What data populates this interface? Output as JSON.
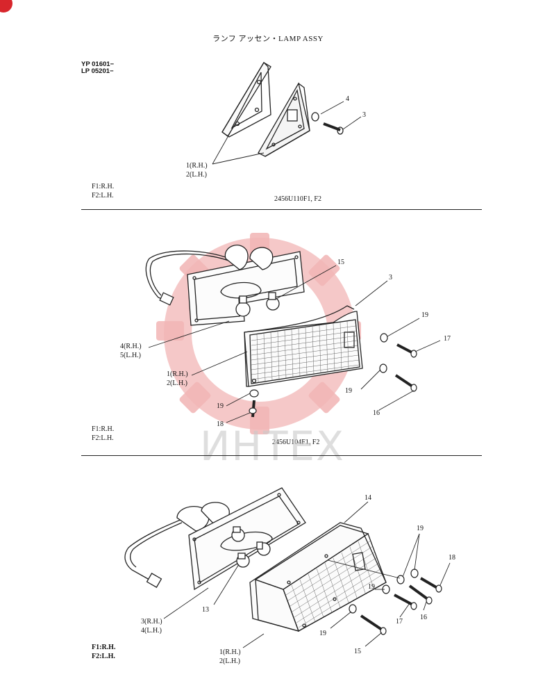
{
  "title": "ランフ アッセン・LAMP ASSY",
  "serial": [
    "YP 01601−",
    "LP 05201−"
  ],
  "watermark": "ИНТЕХ",
  "sections": [
    {
      "side_labels": [
        "F1:R.H.",
        "F2:L.H."
      ],
      "drawing_code": "2456U110F1, F2",
      "callouts": [
        "4",
        "3",
        "1(R.H.)",
        "2(L.H.)"
      ]
    },
    {
      "side_labels": [
        "F1:R.H.",
        "F2:L.H."
      ],
      "drawing_code": "2456U104F1, F2",
      "callouts": [
        "15",
        "3",
        "19",
        "17",
        "4(R.H.)",
        "5(L.H.)",
        "1(R.H.)",
        "2(L.H.)",
        "19",
        "16",
        "19",
        "18"
      ]
    },
    {
      "side_labels": [
        "F1:R.H.",
        "F2:L.H."
      ],
      "callouts": [
        "14",
        "19",
        "18",
        "19",
        "17",
        "16",
        "13",
        "3(R.H.)",
        "4(L.H.)",
        "19",
        "15",
        "1(R.H.)",
        "2(L.H.)"
      ]
    }
  ],
  "colors": {
    "ink": "#222222",
    "watermark": "#e85a5a",
    "corner_mark": "#d8262c"
  }
}
